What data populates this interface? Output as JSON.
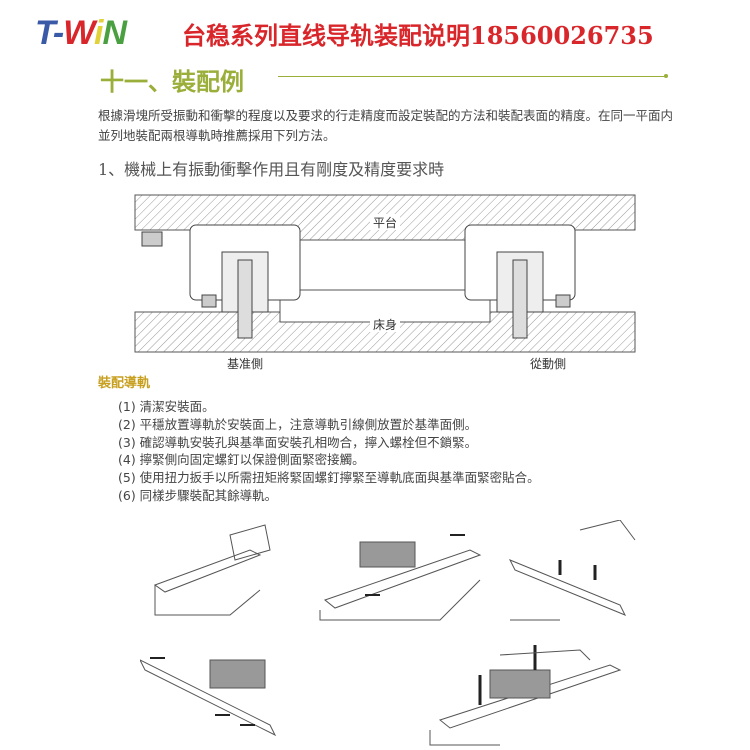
{
  "header": {
    "logo": {
      "t": "T",
      "dash": "-",
      "w": "W",
      "i": "i",
      "n": "N"
    },
    "title": "台稳系列直线导轨装配说明18560026735"
  },
  "section": {
    "heading": "十一、裝配例",
    "intro": "根據滑塊所受振動和衝擊的程度以及要求的行走精度而設定裝配的方法和裝配表面的精度。在同一平面内並列地裝配兩根導軌時推薦採用下列方法。",
    "subheading": "1、機械上有振動衝擊作用且有剛度及精度要求時"
  },
  "diagram": {
    "top_label": "平台",
    "bed_label": "床身",
    "left_label": "基准側",
    "right_label": "從動側"
  },
  "assembly": {
    "title": "裝配導軌",
    "steps": [
      "(1) 清潔安裝面。",
      "(2) 平穩放置導軌於安裝面上，注意導軌引線側放置於基準面側。",
      "(3) 確認導軌安裝孔與基準面安裝孔相吻合，擰入螺栓但不鎖緊。",
      "(4) 擰緊側向固定螺釘以保證側面緊密接觸。",
      "(5) 使用扭力扳手以所需扭矩將緊固螺釘擰緊至導軌底面與基準面緊密貼合。",
      "(6) 同樣步驟裝配其餘導軌。"
    ]
  },
  "colors": {
    "red": "#d8262b",
    "green": "#9aae3a",
    "gold": "#c8a020",
    "blue": "#3a5aa8",
    "yellow": "#e2d23a",
    "logo_green": "#4aa040"
  }
}
